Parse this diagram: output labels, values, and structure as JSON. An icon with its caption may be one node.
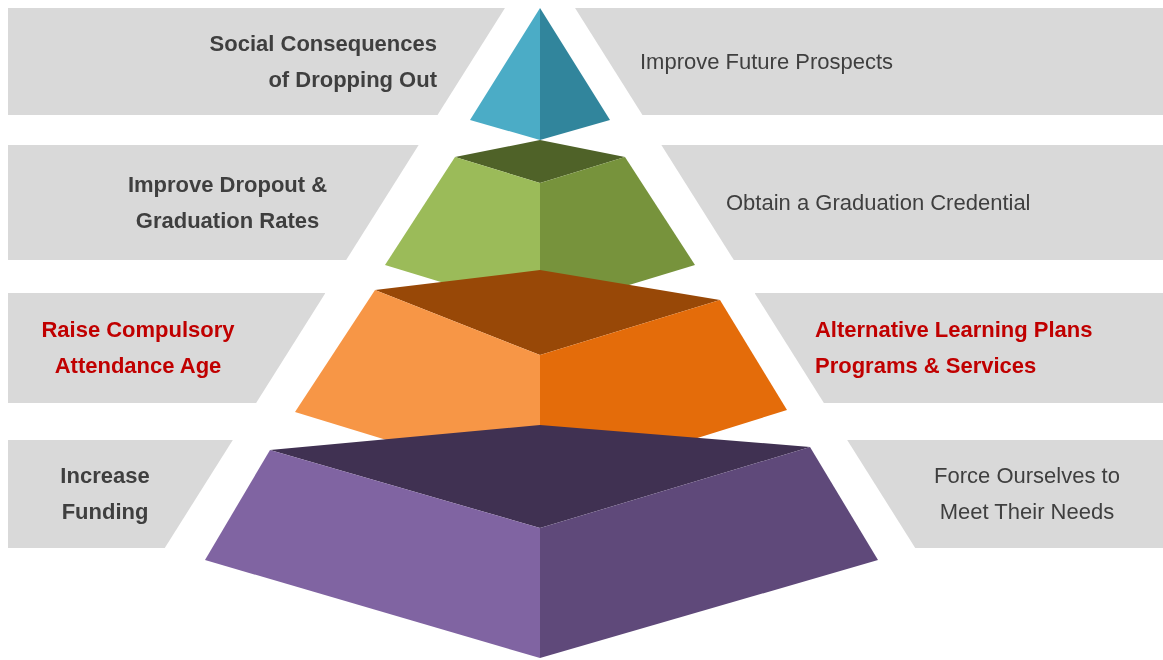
{
  "diagram": {
    "nodes": [
      {
        "text": [
          "Social Consequences of Dropping Out"
        ]
      },
      {
        "text": [
          "Improve Future Prospects"
        ]
      },
      {
        "text": [
          "Improve Dropout & Graduation Rates"
        ]
      },
      {
        "text": [
          "Obtain a Graduation Credential"
        ]
      },
      {
        "text": [
          "Raise Compulsory Attendance Age"
        ]
      },
      {
        "text": [
          "Alternative Learning Plans Programs & Services"
        ]
      },
      {
        "text": [
          "Increase Funding"
        ]
      },
      {
        "text": [
          "Force Ourselves to Meet Their Needs"
        ]
      }
    ]
  }
}
